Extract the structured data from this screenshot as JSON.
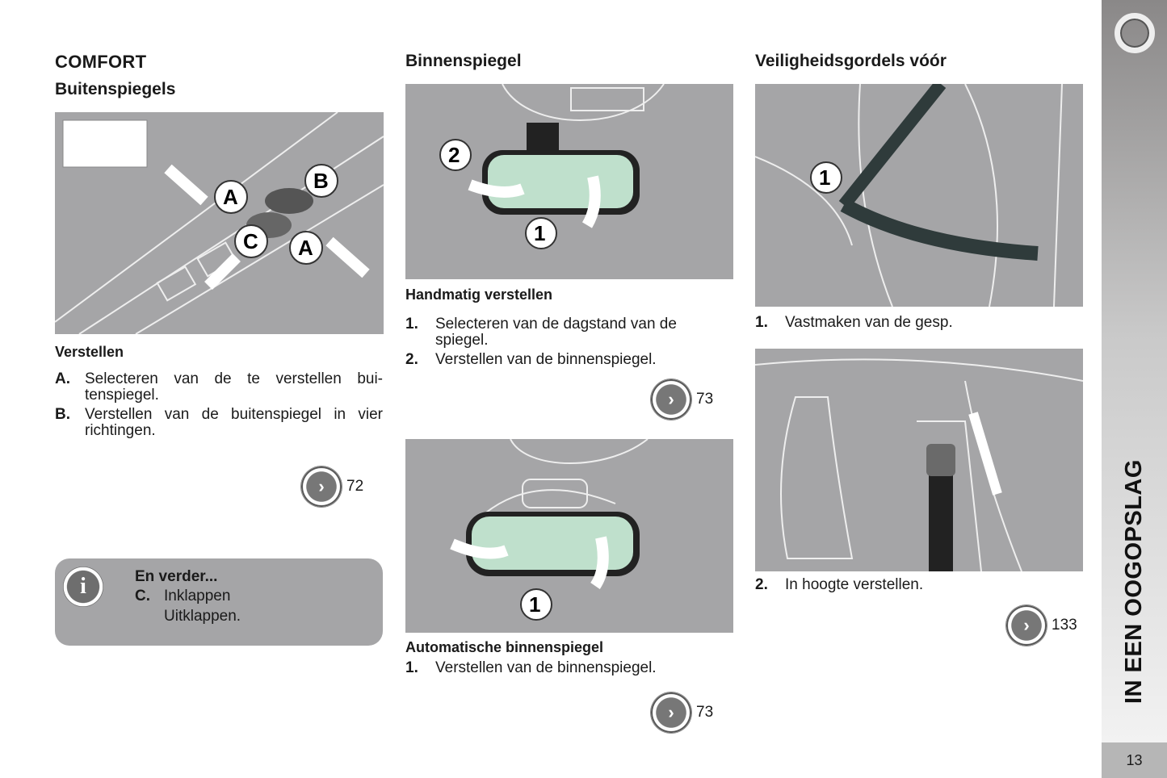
{
  "page": {
    "section_title": "COMFORT",
    "side_tab": "IN EEN OOGOPSLAG",
    "page_number": "13"
  },
  "col1": {
    "heading": "Buitenspiegels",
    "image_labels": [
      "A",
      "B",
      "C",
      "A"
    ],
    "subheading": "Verstellen",
    "items": [
      {
        "num": "A.",
        "text": "Selecteren van de te verstellen bui-tenspiegel."
      },
      {
        "num": "B.",
        "text": "Verstellen van de buitenspiegel in vier richtingen."
      }
    ],
    "ref": "72",
    "info": {
      "title": "En verder...",
      "num": "C.",
      "line1": "Inklappen",
      "line2": "Uitklappen."
    }
  },
  "col2": {
    "heading": "Binnenspiegel",
    "image1_labels": [
      "2",
      "1"
    ],
    "sub1": "Handmatig verstellen",
    "items1": [
      {
        "num": "1.",
        "text": "Selecteren van de dagstand van de spiegel."
      },
      {
        "num": "2.",
        "text": "Verstellen van de binnenspiegel."
      }
    ],
    "ref1": "73",
    "image2_labels": [
      "1"
    ],
    "sub2": "Automatische binnenspiegel",
    "items2": [
      {
        "num": "1.",
        "text": "Verstellen van de binnenspiegel."
      }
    ],
    "ref2": "73"
  },
  "col3": {
    "heading": "Veiligheidsgordels vóór",
    "image1_labels": [
      "1"
    ],
    "items1": [
      {
        "num": "1.",
        "text": "Vastmaken van de gesp."
      }
    ],
    "items2": [
      {
        "num": "2.",
        "text": "In hoogte verstellen."
      }
    ],
    "ref": "133"
  }
}
